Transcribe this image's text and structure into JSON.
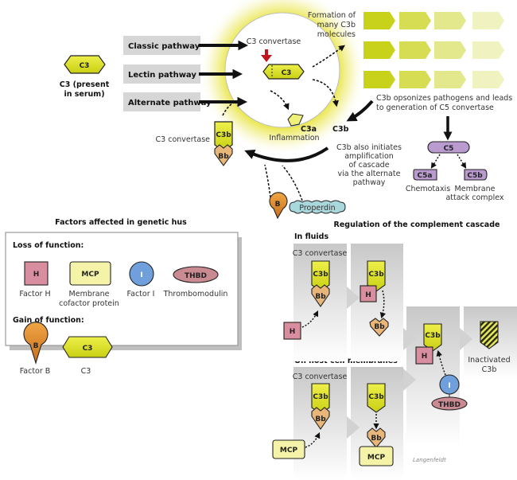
{
  "top": {
    "c3_serum": {
      "molecule": "C3",
      "caption_line1": "C3 (present",
      "caption_line2": "in serum)"
    },
    "pathways": [
      "Classic pathway",
      "Lectin pathway",
      "Alternate pathway"
    ],
    "circle": {
      "label": "C3 convertase",
      "molecule": "C3"
    },
    "c3a": {
      "molecule": "C3a",
      "caption": "Inflammation"
    },
    "c3b_label": "C3b",
    "convertase_left": {
      "label": "C3 convertase",
      "top": "C3b",
      "bottom": "Bb"
    },
    "formation": [
      "Formation of",
      "many C3b",
      "molecules"
    ],
    "opsonize": [
      "C3b opsonizes pathogens and leads",
      "to generation of C5 convertase"
    ],
    "amplify": [
      "C3b also initiates",
      "amplification",
      "of cascade",
      "via the alternate",
      "pathway"
    ],
    "factor_b": "B",
    "properdin": "Properdin",
    "c5": {
      "molecule": "C5",
      "c5a": "C5a",
      "c5b": "C5b",
      "c5a_caption": "Chemotaxis",
      "c5b_caption_line1": "Membrane",
      "c5b_caption_line2": "attack complex"
    }
  },
  "factors_panel": {
    "title": "Factors affected in genetic hus",
    "loss_heading": "Loss of function:",
    "loss_items": [
      {
        "symbol": "H",
        "caption": "Factor H"
      },
      {
        "symbol": "MCP",
        "caption_line1": "Membrane",
        "caption_line2": "cofactor protein"
      },
      {
        "symbol": "I",
        "caption": "Factor I"
      },
      {
        "symbol": "THBD",
        "caption": "Thrombomodulin"
      }
    ],
    "gain_heading": "Gain of function:",
    "gain_items": [
      {
        "symbol": "B",
        "caption": "Factor B"
      },
      {
        "symbol": "C3",
        "caption": "C3"
      }
    ]
  },
  "regulation": {
    "title": "Regulation of the complement cascade",
    "fluids_heading": "In fluids",
    "membranes_heading": "On host cell membranes",
    "convertase_label": "C3 convertase",
    "c3b": "C3b",
    "bb": "Bb",
    "h": "H",
    "mcp": "MCP",
    "i": "I",
    "thbd": "THBD",
    "inactivated_line1": "Inactivated",
    "inactivated_line2": "C3b",
    "signature": "Langenfeldt"
  },
  "colors": {
    "c3_yellow": "#d8de1a",
    "bb_orange": "#e9b67a",
    "h_pink": "#d98ea0",
    "i_blue": "#6fa0dc",
    "thbd_rose": "#c98a92",
    "c5_purple": "#b99bd0",
    "properdin_teal": "#a9d8dc",
    "factor_b_orange": "#e08c2c",
    "mcp_pale": "#f4f3a8",
    "arrow_red": "#c0141e",
    "pathway_gray": "#d6d6d6"
  }
}
